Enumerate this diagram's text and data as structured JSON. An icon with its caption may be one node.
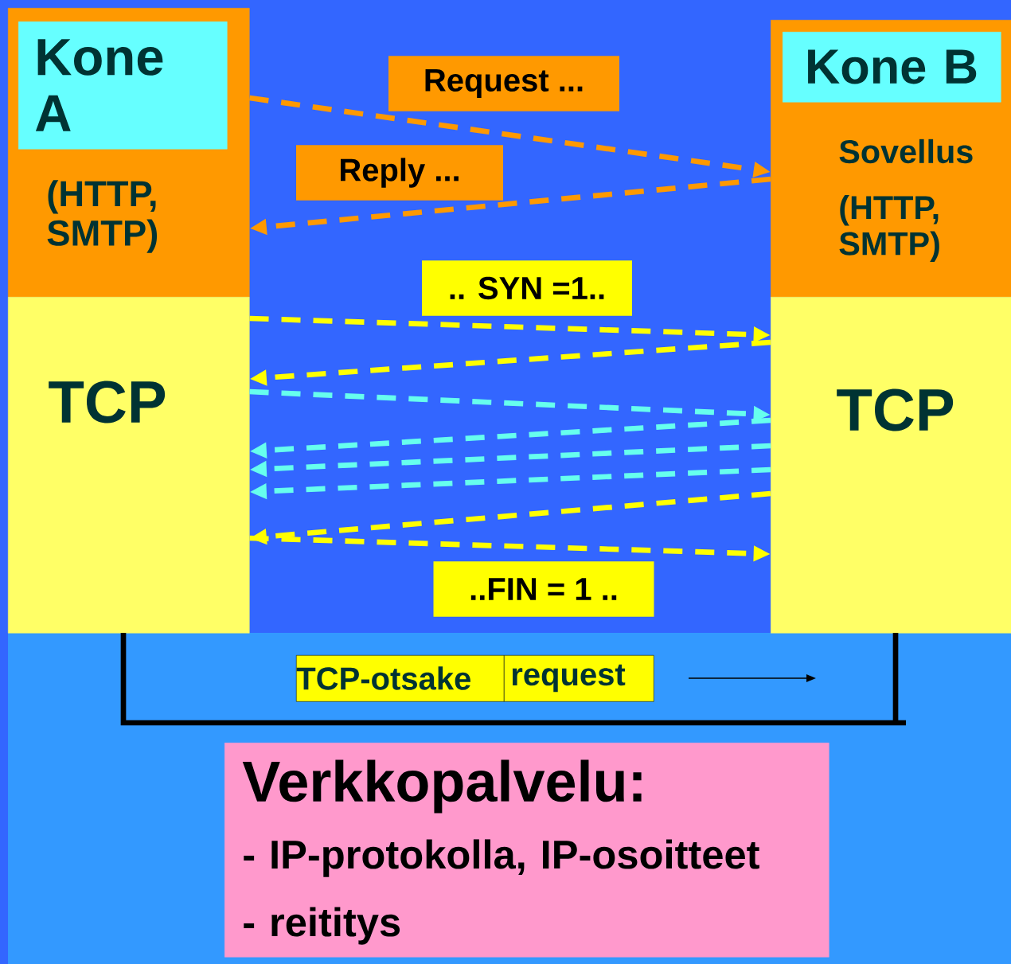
{
  "diagram": {
    "nodes": [
      {
        "text": [
          "(HTTP, SMTP)"
        ]
      },
      {
        "text": [
          "Kone A"
        ],
        "in": 0
      },
      {
        "text": [
          "TCP"
        ]
      },
      {
        "text": [
          "Sovellus",
          "(HTTP, SMTP)"
        ]
      },
      {
        "text": [
          "Kone B"
        ],
        "in": 3
      },
      {
        "text": [
          "TCP"
        ]
      },
      {
        "text": [],
        "shape": "box"
      },
      {
        "text": [
          "TCP-otsake"
        ],
        "in": 6
      },
      {
        "text": [
          "request"
        ],
        "in": 6
      },
      {
        "text": [
          "Verkkopalvelu:",
          "- IP-protokolla, IP-osoitteet",
          "- reititys"
        ]
      }
    ],
    "edges": [
      {
        "from": 0,
        "to": 3,
        "arrow": "to",
        "label": "Request ...",
        "style": "dashed",
        "color": "#ff9900"
      },
      {
        "from": 3,
        "to": 0,
        "arrow": "to",
        "label": "Reply ...",
        "style": "dashed",
        "color": "#ff9900"
      },
      {
        "from": 2,
        "to": 5,
        "arrow": "to",
        "label": ".. SYN =1..",
        "style": "dashed",
        "color": "#ffff00"
      },
      {
        "from": 5,
        "to": 2,
        "arrow": "to",
        "style": "dashed",
        "color": "#ffff00"
      },
      {
        "from": 2,
        "to": 5,
        "arrow": "to",
        "style": "dashed",
        "color": "#66ffee"
      },
      {
        "from": 5,
        "to": 2,
        "arrow": "to",
        "style": "dashed",
        "color": "#66ffee"
      },
      {
        "from": 5,
        "to": 2,
        "arrow": "to",
        "style": "dashed",
        "color": "#66ffee"
      },
      {
        "from": 5,
        "to": 2,
        "arrow": "to",
        "style": "dashed",
        "color": "#66ffee"
      },
      {
        "from": 5,
        "to": 2,
        "arrow": "to",
        "style": "dashed",
        "color": "#ffff00"
      },
      {
        "from": 2,
        "to": 5,
        "arrow": "to",
        "label": "..FIN = 1 ..",
        "style": "dashed",
        "color": "#ffff00"
      }
    ]
  }
}
